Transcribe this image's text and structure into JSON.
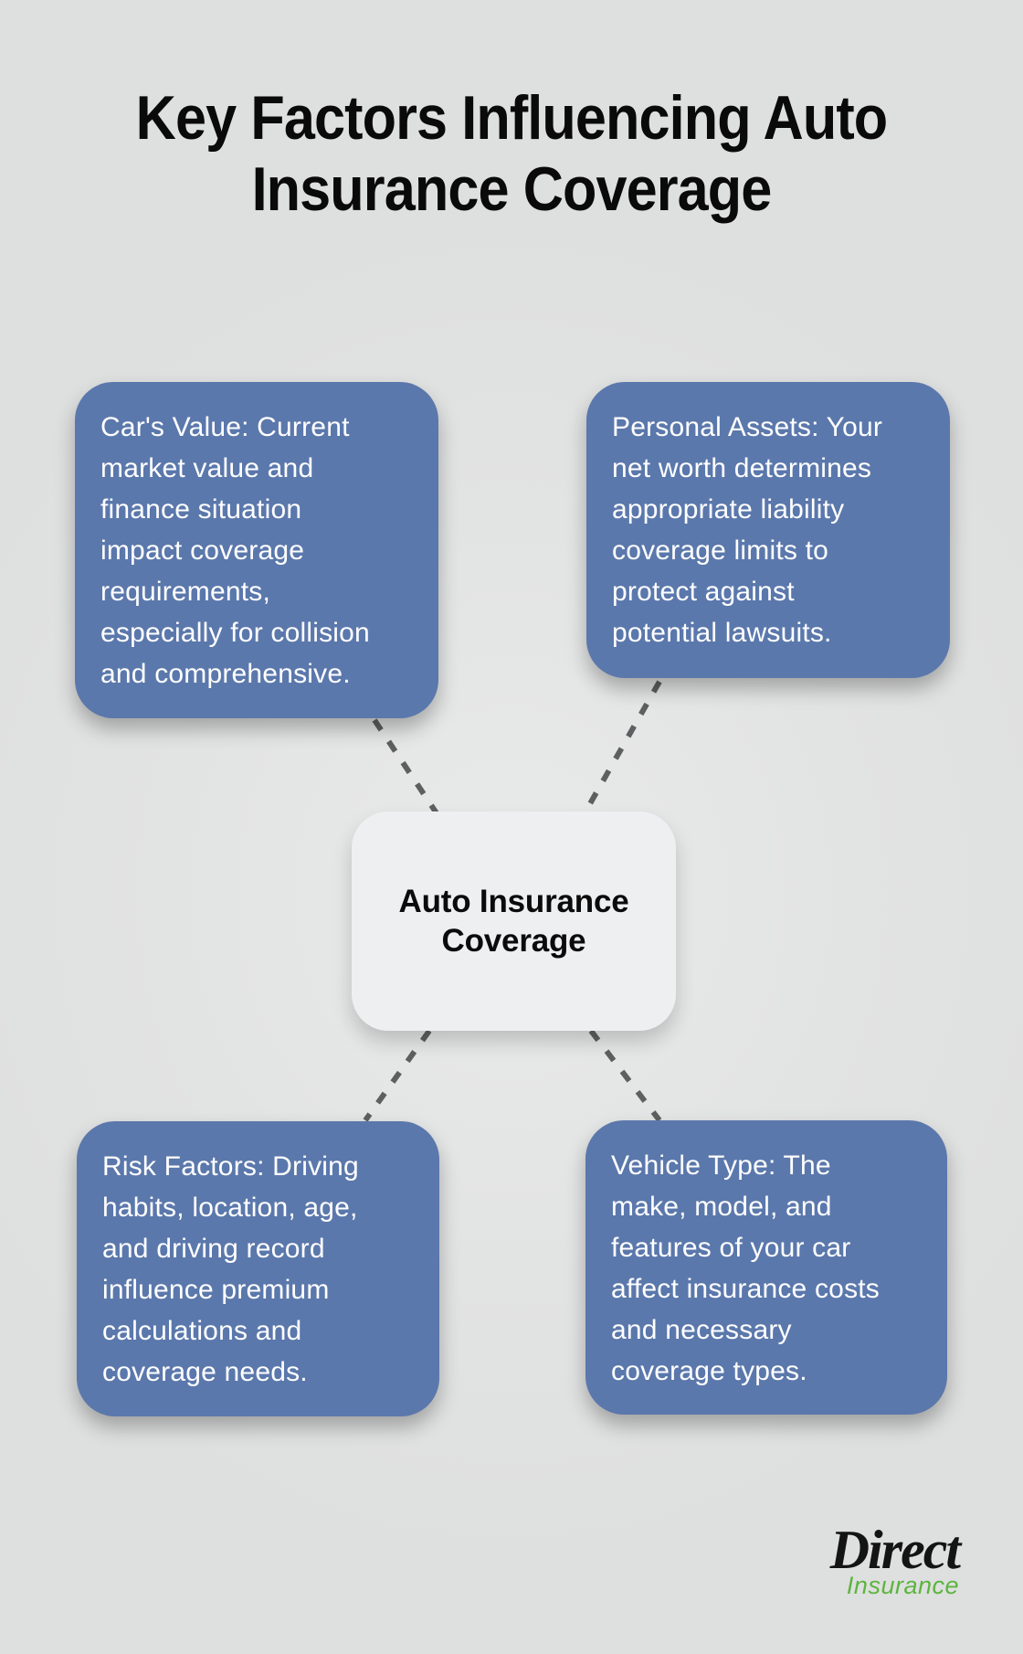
{
  "title": "Key Factors Influencing Auto\nInsurance Coverage",
  "center": {
    "label": "Auto Insurance\nCoverage"
  },
  "factors": [
    {
      "id": "cars-value",
      "position": "top-left",
      "text": "Car's Value: Current\nmarket value and\nfinance situation\nimpact coverage\nrequirements,\nespecially for collision\nand comprehensive."
    },
    {
      "id": "personal-assets",
      "position": "top-right",
      "text": "Personal Assets: Your\nnet worth determines\nappropriate liability\ncoverage limits to\nprotect against\npotential lawsuits."
    },
    {
      "id": "risk-factors",
      "position": "bottom-left",
      "text": "Risk Factors: Driving\nhabits, location, age,\nand driving record\ninfluence premium\ncalculations and\ncoverage needs."
    },
    {
      "id": "vehicle-type",
      "position": "bottom-right",
      "text": "Vehicle Type: The\nmake, model, and\nfeatures of your car\naffect insurance costs\nand necessary\ncoverage types."
    }
  ],
  "logo": {
    "primary": "Direct",
    "secondary": "Insurance"
  },
  "colors": {
    "background": "#e0e1e1",
    "factor_box": "#5b78ac",
    "factor_text": "#ffffff",
    "center_box": "#eeeff1",
    "center_text": "#0b0b0b",
    "connector": "#5e5f60",
    "title_text": "#0a0a0a",
    "logo_primary": "#141414",
    "logo_secondary": "#5cb53e"
  }
}
